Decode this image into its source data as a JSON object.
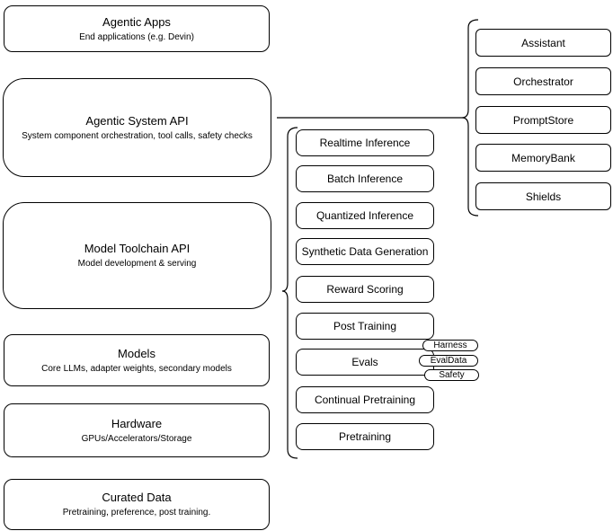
{
  "left_stack": [
    {
      "title": "Agentic Apps",
      "subtitle": "End applications (e.g. Devin)"
    },
    {
      "title": "Agentic System API",
      "subtitle": "System component orchestration, tool calls, safety checks"
    },
    {
      "title": "Model Toolchain API",
      "subtitle": "Model development & serving"
    },
    {
      "title": "Models",
      "subtitle": "Core LLMs, adapter weights, secondary models"
    },
    {
      "title": "Hardware",
      "subtitle": "GPUs/Accelerators/Storage"
    },
    {
      "title": "Curated Data",
      "subtitle": "Pretraining, preference, post training."
    }
  ],
  "toolchain_items": [
    "Realtime Inference",
    "Batch Inference",
    "Quantized Inference",
    "Synthetic Data Generation",
    "Reward Scoring",
    "Post Training",
    "Evals",
    "Continual Pretraining",
    "Pretraining"
  ],
  "evals_tags": [
    "Harness",
    "EvalData",
    "Safety"
  ],
  "system_components": [
    "Assistant",
    "Orchestrator",
    "PromptStore",
    "MemoryBank",
    "Shields"
  ],
  "colors": {
    "stroke": "#000000",
    "fill": "#ffffff",
    "text": "#000000"
  }
}
